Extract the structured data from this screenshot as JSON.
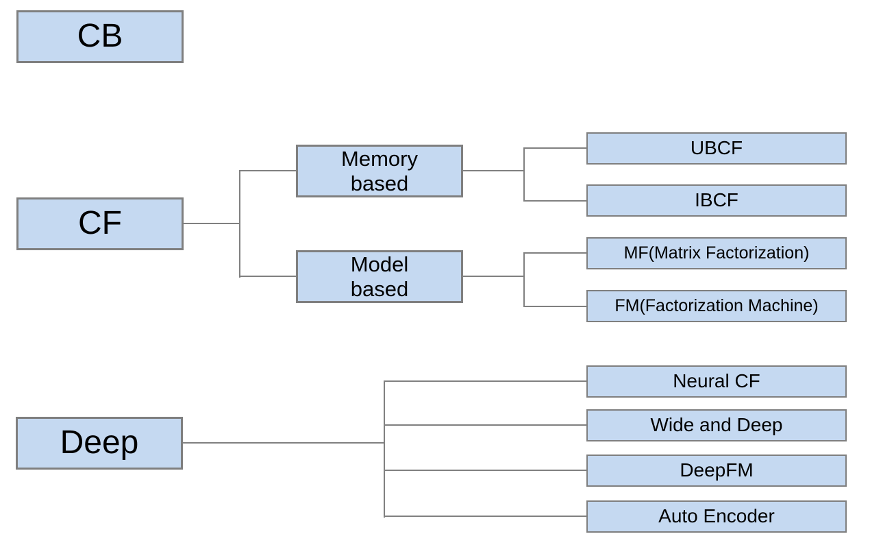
{
  "style": {
    "background": "#ffffff",
    "box_fill": "#c5d9f1",
    "box_border": "#7f7f7f",
    "line_color": "#808080",
    "text_color": "#000000"
  },
  "nodes": {
    "cb": {
      "label": "CB"
    },
    "cf": {
      "label": "CF"
    },
    "deep": {
      "label": "Deep"
    },
    "memory_based": {
      "label": "Memory\nbased"
    },
    "model_based": {
      "label": "Model\nbased"
    },
    "ubcf": {
      "label": "UBCF"
    },
    "ibcf": {
      "label": "IBCF"
    },
    "mf": {
      "label": "MF(Matrix Factorization)"
    },
    "fm": {
      "label": "FM(Factorization Machine)"
    },
    "neural_cf": {
      "label": "Neural CF"
    },
    "wide_and_deep": {
      "label": "Wide and Deep"
    },
    "deepfm": {
      "label": "DeepFM"
    },
    "auto_encoder": {
      "label": "Auto Encoder"
    }
  },
  "edges": [
    {
      "from": "cf",
      "to": "memory_based"
    },
    {
      "from": "cf",
      "to": "model_based"
    },
    {
      "from": "memory_based",
      "to": "ubcf"
    },
    {
      "from": "memory_based",
      "to": "ibcf"
    },
    {
      "from": "model_based",
      "to": "mf"
    },
    {
      "from": "model_based",
      "to": "fm"
    },
    {
      "from": "deep",
      "to": "neural_cf"
    },
    {
      "from": "deep",
      "to": "wide_and_deep"
    },
    {
      "from": "deep",
      "to": "deepfm"
    },
    {
      "from": "deep",
      "to": "auto_encoder"
    }
  ]
}
